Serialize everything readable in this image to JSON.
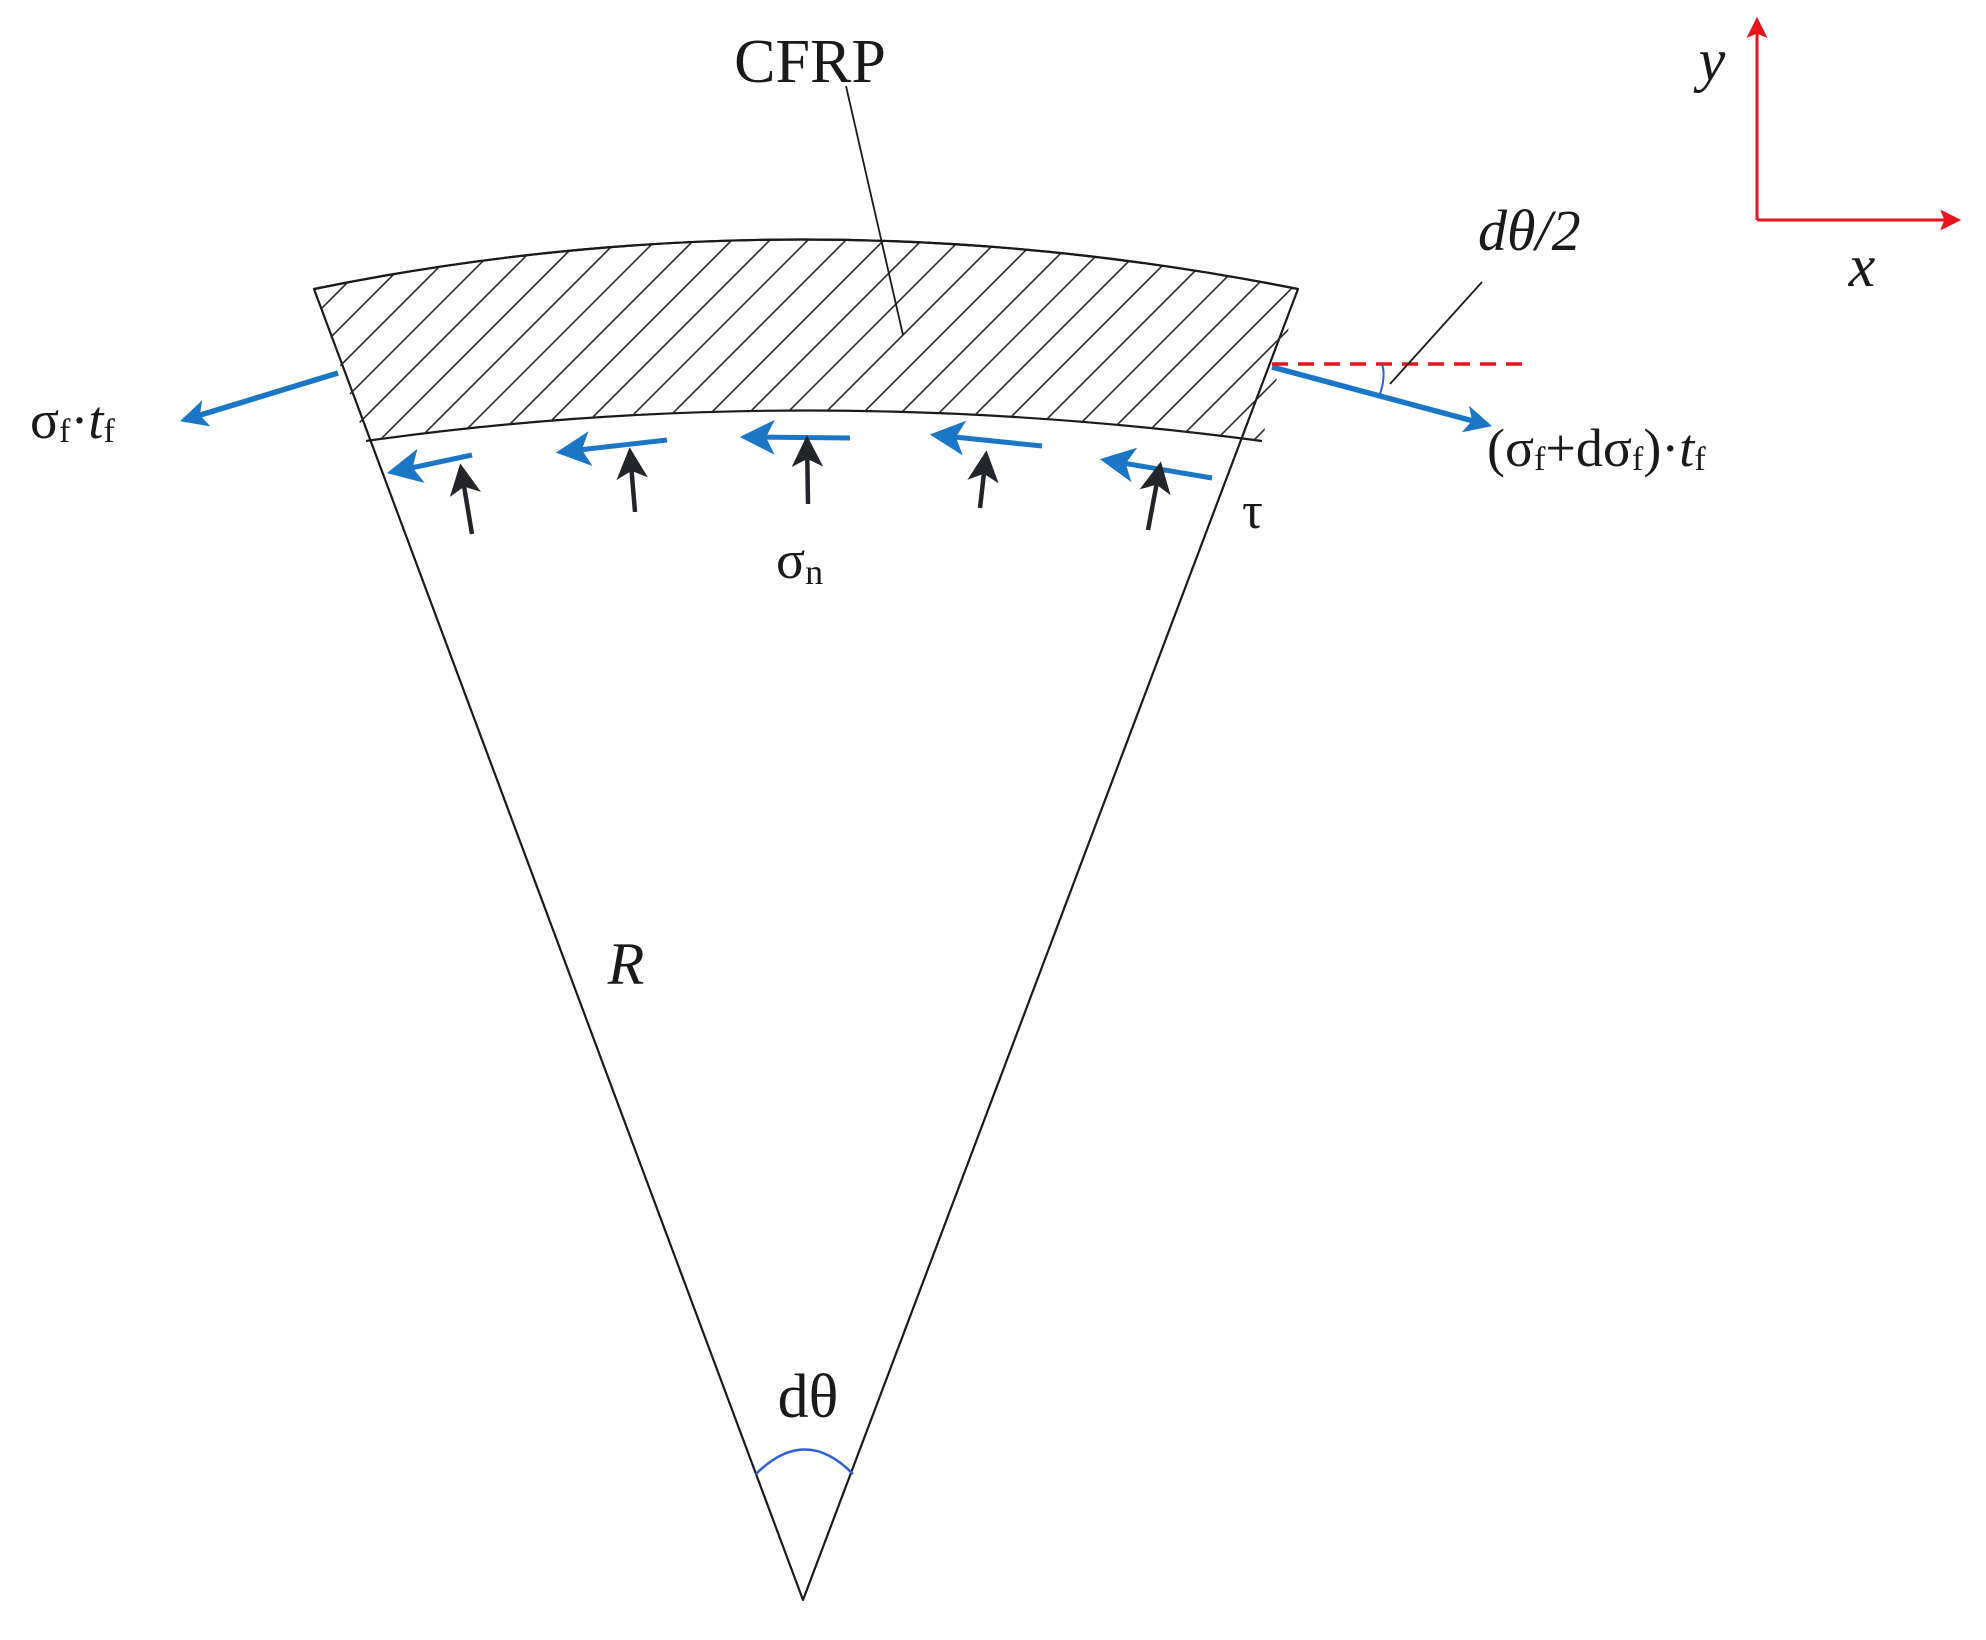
{
  "labels": {
    "material": "CFRP",
    "radius": "R",
    "center_angle": "dθ",
    "half_angle": "dθ/2",
    "shear": "τ",
    "normal_stress": "σ",
    "normal_stress_sub": "n",
    "left_force": {
      "sigma": "σ",
      "sigma_sub": "f",
      "dot": "·",
      "t": "t",
      "t_sub": "f"
    },
    "right_force": {
      "open": "(σ",
      "sigma_sub": "f",
      "plus": "+dσ",
      "dsigma_sub": "f",
      "close": ")·",
      "t": "t",
      "t_sub": "f"
    }
  },
  "axes": {
    "x_label": "x",
    "y_label": "y",
    "color": "#e8131c"
  },
  "colors": {
    "force_arrow": "#1b77c5",
    "normal_arrow": "#22262b",
    "angle_arc": "#2d5fd6",
    "reference_line": "#e8131c",
    "outline": "#1a1a1a"
  }
}
